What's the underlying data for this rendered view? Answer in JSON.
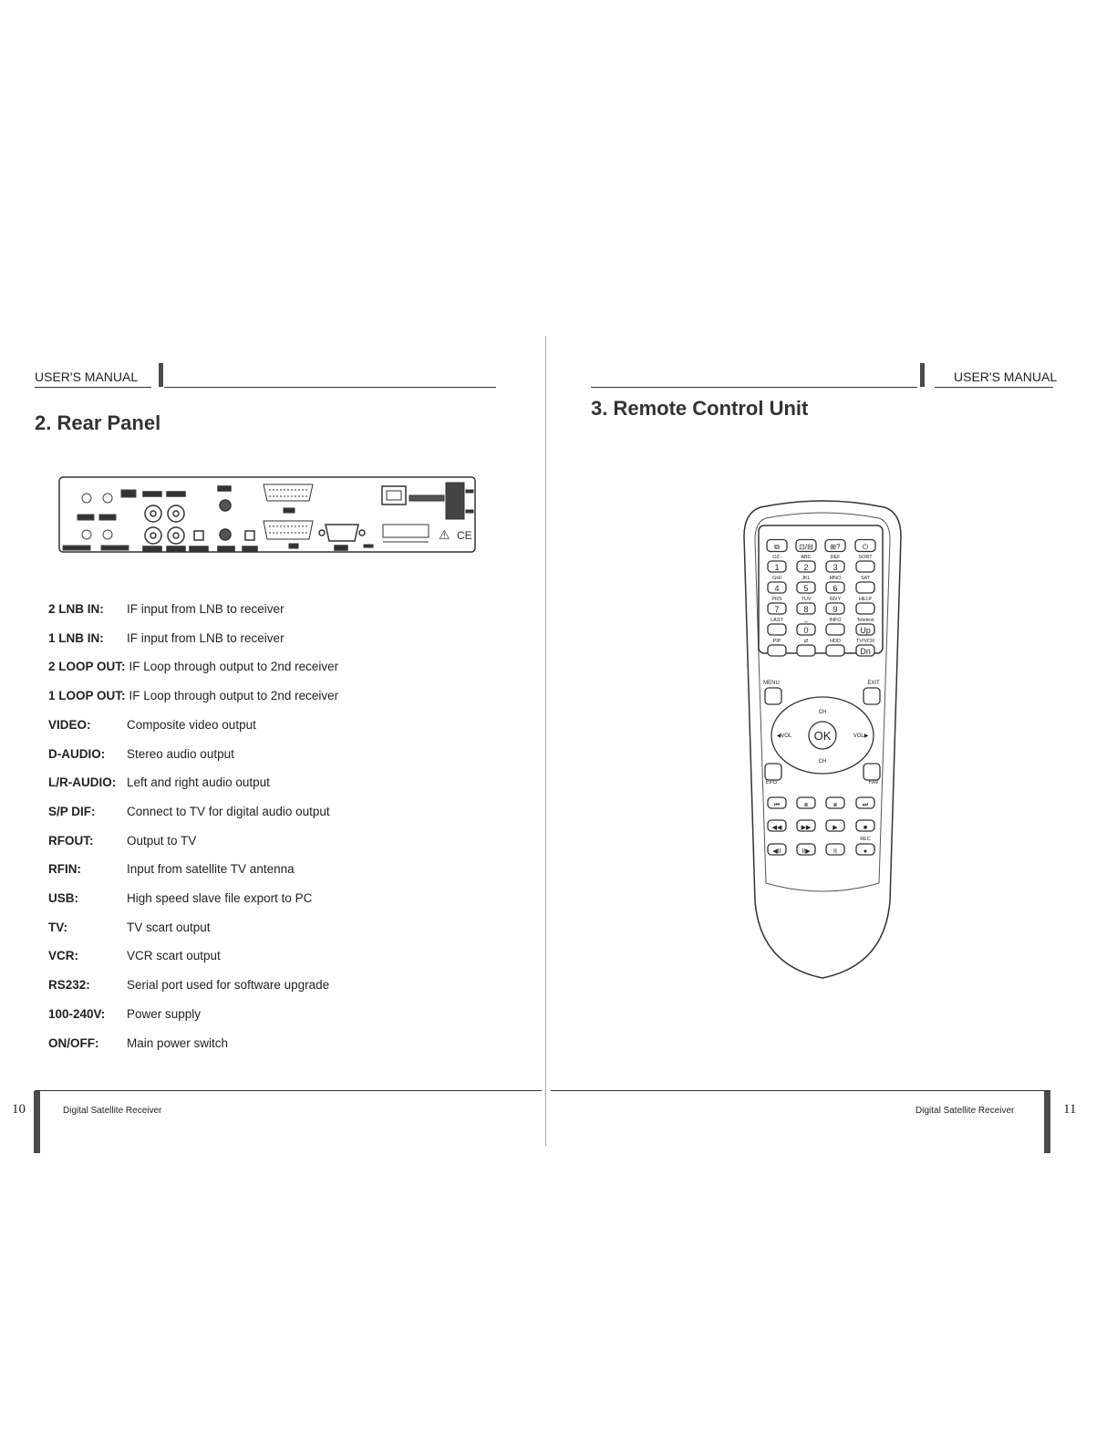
{
  "left_page": {
    "header": "USER'S MANUAL",
    "title": "2. Rear Panel",
    "items": [
      {
        "label": "2 LNB IN:",
        "desc": "IF input from LNB to receiver"
      },
      {
        "label": "1 LNB IN:",
        "desc": "IF input from LNB to receiver"
      },
      {
        "label": "2 LOOP OUT:",
        "desc": "IF Loop through output to 2nd receiver"
      },
      {
        "label": "1 LOOP OUT:",
        "desc": "IF Loop through output to 2nd receiver"
      },
      {
        "label": "VIDEO:",
        "desc": "Composite video output"
      },
      {
        "label": "D-AUDIO:",
        "desc": "Stereo audio output"
      },
      {
        "label": "L/R-AUDIO:",
        "desc": "Left and right audio output"
      },
      {
        "label": "S/P DIF:",
        "desc": "Connect to TV for digital audio output"
      },
      {
        "label": "RFOUT:",
        "desc": "Output to TV"
      },
      {
        "label": "RFIN:",
        "desc": "Input from satellite TV antenna"
      },
      {
        "label": "USB:",
        "desc": "High speed slave file export to PC"
      },
      {
        "label": "TV:",
        "desc": "TV scart output"
      },
      {
        "label": "VCR:",
        "desc": "VCR scart output"
      },
      {
        "label": "RS232:",
        "desc": "Serial port used for software upgrade"
      },
      {
        "label": "100-240V:",
        "desc": "Power supply"
      },
      {
        "label": "ON/OFF:",
        "desc": "Main power switch"
      }
    ],
    "page_number": "10",
    "footer": "Digital Satellite Receiver"
  },
  "right_page": {
    "header": "USER'S MANUAL",
    "title": "3. Remote Control Unit",
    "page_number": "11",
    "footer": "Digital Satellite Receiver"
  },
  "remote": {
    "top_row": [
      "⧉",
      "⊡/⊟",
      "⊞?",
      "⏻"
    ],
    "num_rows": [
      {
        "sub": [
          "OZ-",
          "ABC",
          "DEF",
          "SORT"
        ],
        "keys": [
          "1",
          "2",
          "3",
          ""
        ]
      },
      {
        "sub": [
          "GHI",
          "JKL",
          "MNO",
          "SAT"
        ],
        "keys": [
          "4",
          "5",
          "6",
          ""
        ]
      },
      {
        "sub": [
          "PRS",
          "TUV",
          "WXY",
          "HELP"
        ],
        "keys": [
          "7",
          "8",
          "9",
          ""
        ]
      },
      {
        "sub": [
          "LAST",
          "␣",
          "INFO",
          "Teletext"
        ],
        "keys": [
          "",
          "0",
          "",
          "Up"
        ]
      },
      {
        "sub": [
          "PIP",
          "⇄",
          "HDD",
          "TV/VCR"
        ],
        "keys": [
          "",
          "",
          "",
          "Dn"
        ]
      }
    ],
    "nav": {
      "menu": "MENU",
      "exit": "EXIT",
      "epg": "EPG",
      "fav": "FAV",
      "ok": "OK",
      "ch_up": "CH",
      "ch_down": "CH",
      "vol_left": "◀VOL",
      "vol_right": "VOL▶"
    },
    "media_row1": [
      "⏮",
      "⧈",
      "⧈",
      "⏭"
    ],
    "media_row2": [
      "◀◀",
      "▶▶",
      "▶",
      "■"
    ],
    "rec_label": "REC",
    "media_row3": [
      "◀II",
      "II▶",
      "II",
      "●"
    ]
  },
  "rear_panel": {
    "logos": [
      "⚠",
      "CE"
    ]
  }
}
